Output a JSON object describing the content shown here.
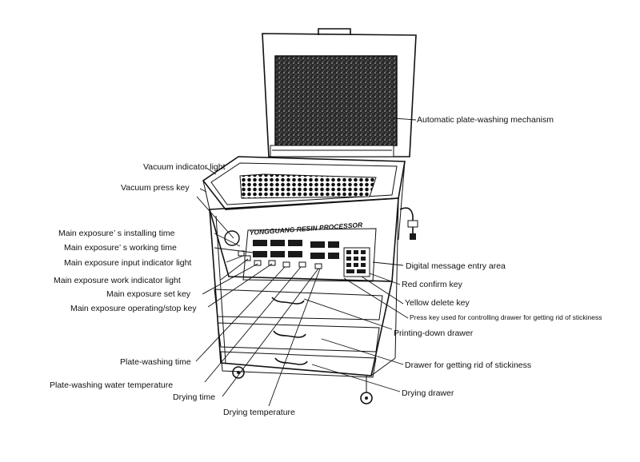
{
  "machine": {
    "brand_plate": "YONGGUANG RESIN PROCESSOR"
  },
  "labels": {
    "auto_wash": "Automatic plate-washing mechanism",
    "vacuum_light": "Vacuum indicator light",
    "vacuum_key": "Vacuum press key",
    "main_installing": "Main exposure’ s installing time",
    "main_working": "Main exposure’ s working time",
    "main_input_light": "Main exposure input indicator light",
    "main_work_light": "Main exposure work indicator light",
    "main_set_key": "Main exposure set key",
    "main_op_stop": "Main exposure operating/stop key",
    "plate_wash_time": "Plate-washing time",
    "plate_wash_temp": "Plate-washing water temperature",
    "drying_time": "Drying time",
    "drying_temp": "Drying temperature",
    "digital_entry": "Digital message entry area",
    "red_confirm": "Red confirm key",
    "yellow_delete": "Yellow delete key",
    "press_key_drawer": "Press key used for controlling drawer for getting rid of stickiness",
    "printing_drawer": "Printing-down drawer",
    "sticky_drawer": "Drawer for getting rid of stickiness",
    "drying_drawer": "Drying drawer"
  }
}
